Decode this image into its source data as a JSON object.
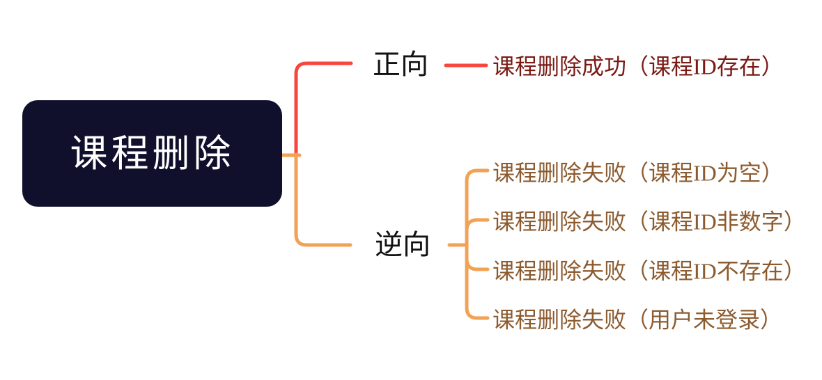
{
  "colors": {
    "background": "#ffffff",
    "root_fill": "#10102d",
    "root_text": "#ffffff",
    "branch_label": "#111111",
    "positive_line": "#f6463d",
    "negative_line": "#f2a254",
    "positive_leaf_text": "#7a1a14",
    "negative_leaf_text": "#8c5b2f"
  },
  "root": {
    "label": "课程删除"
  },
  "branches": [
    {
      "label": "正向",
      "children": [
        "课程删除成功（课程ID存在）"
      ]
    },
    {
      "label": "逆向",
      "children": [
        "课程删除失败（课程ID为空）",
        "课程删除失败（课程ID非数字）",
        "课程删除失败（课程ID不存在）",
        "课程删除失败（用户未登录）"
      ]
    }
  ]
}
